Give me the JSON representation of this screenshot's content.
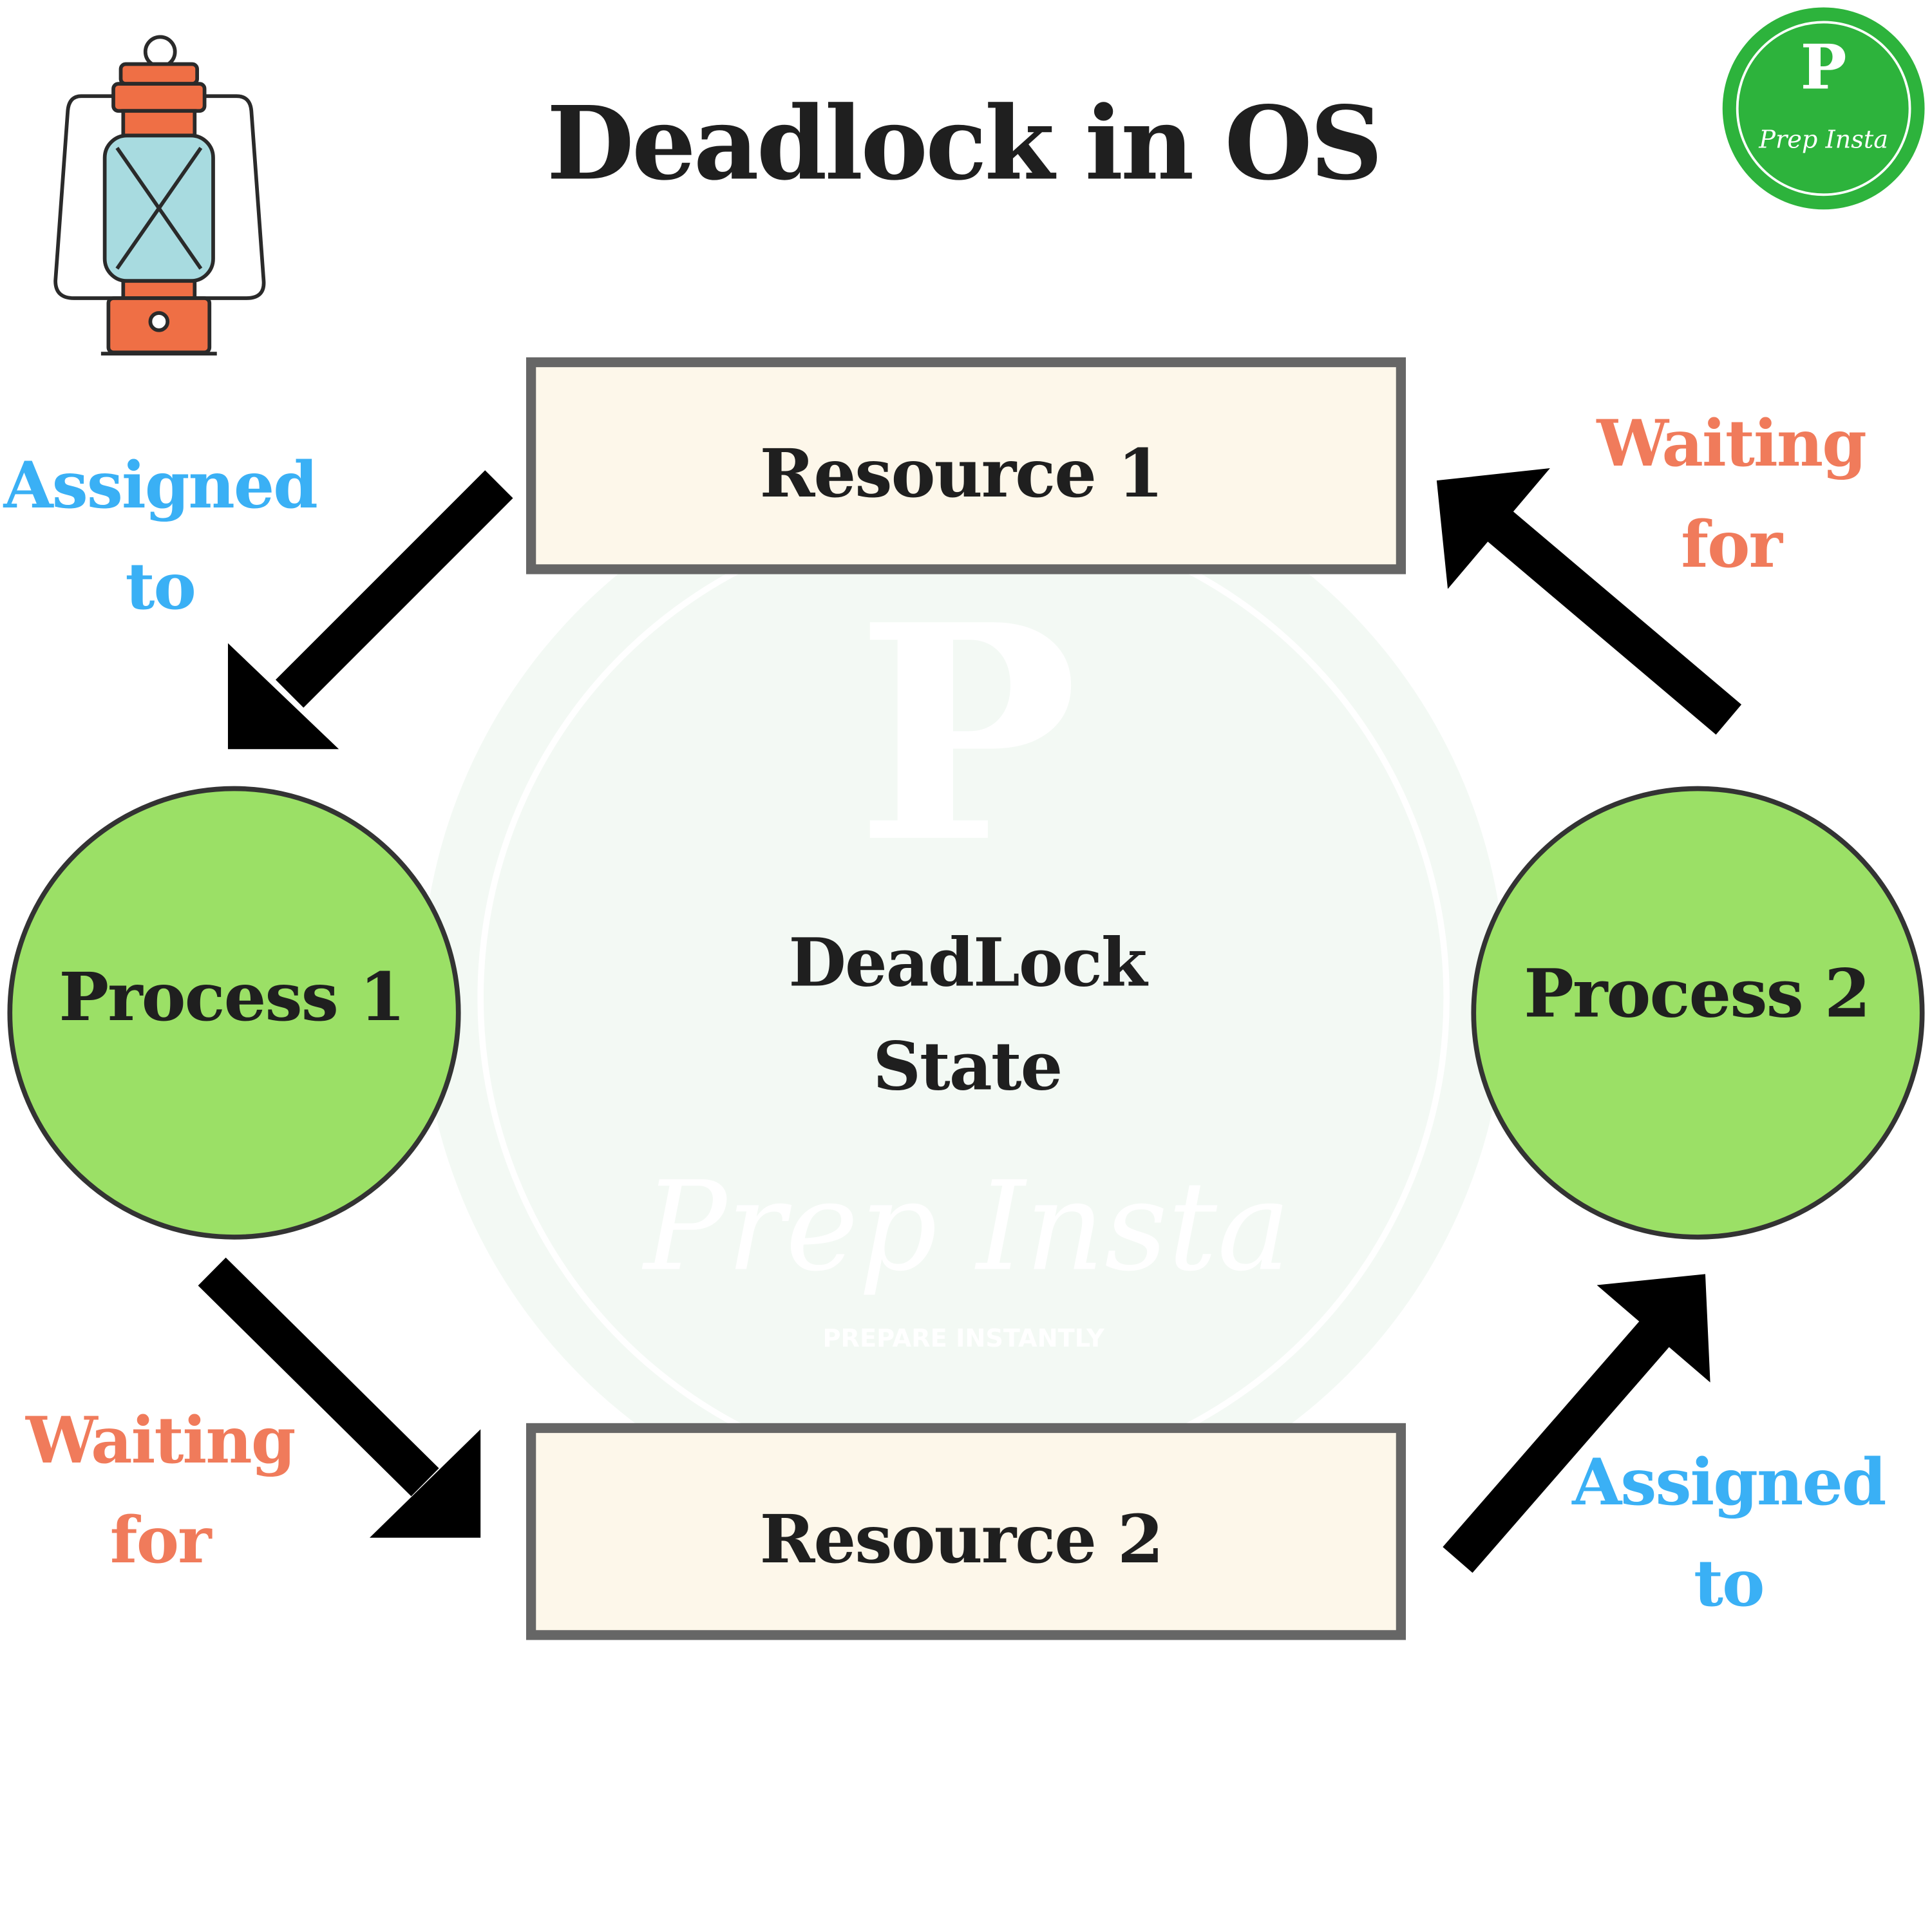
{
  "title": "Deadlock in OS",
  "logo": {
    "letter": "P",
    "text": "Prep Insta"
  },
  "watermark": {
    "letter": "P",
    "brand": "Prep Insta",
    "tagline": "PREPARE INSTANTLY"
  },
  "resources": [
    {
      "label": "Resource 1"
    },
    {
      "label": "Resource 2"
    }
  ],
  "processes": [
    {
      "label": "Process 1"
    },
    {
      "label": "Process 2"
    }
  ],
  "center": {
    "line1": "DeadLock",
    "line2": "State"
  },
  "edges": [
    {
      "from": "Resource 1",
      "to": "Process 1",
      "line1": "Assigned",
      "line2": "to",
      "color": "#3ab0f5"
    },
    {
      "from": "Process 1",
      "to": "Resource 2",
      "line1": "Waiting",
      "line2": "for",
      "color": "#f07b5b"
    },
    {
      "from": "Resource 2",
      "to": "Process 2",
      "line1": "Assigned",
      "line2": "to",
      "color": "#3ab0f5"
    },
    {
      "from": "Process 2",
      "to": "Resource 1",
      "line1": "Waiting",
      "line2": "for",
      "color": "#f07b5b"
    }
  ],
  "colors": {
    "process_fill": "#9be066",
    "resource_fill": "#fdf7ea",
    "logo_green": "#2db33c"
  }
}
